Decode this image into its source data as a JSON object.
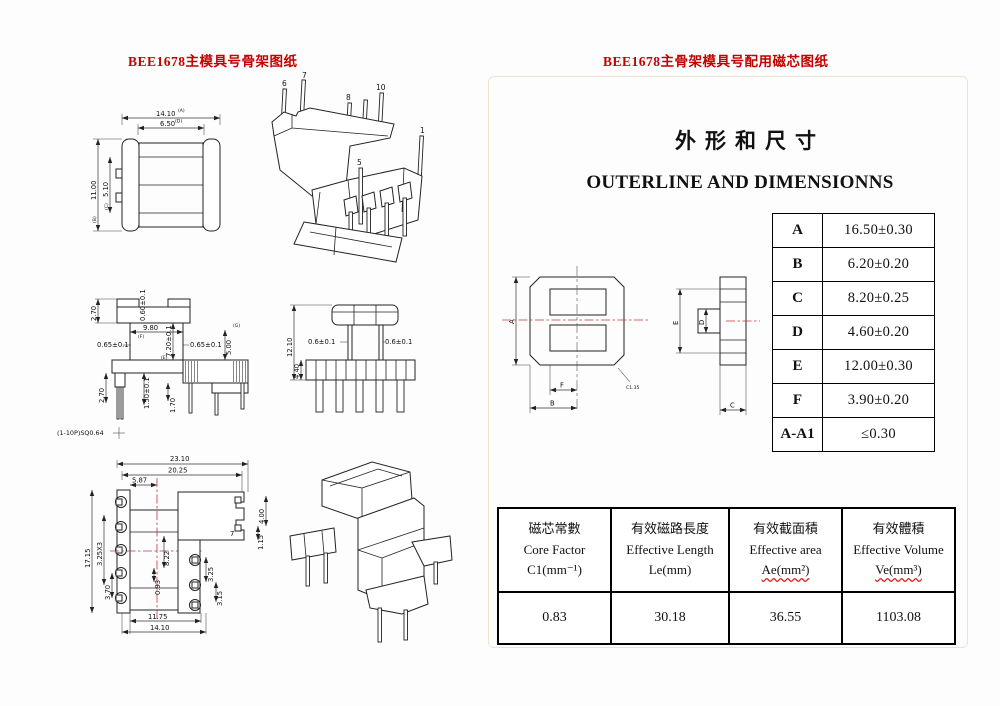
{
  "titles": {
    "left": "BEE1678主模具号骨架图纸",
    "right": "BEE1678主骨架模具号配用磁芯图纸"
  },
  "right_panel": {
    "heading_cn": "外形和尺寸",
    "heading_en": "OUTERLINE AND DIMENSIONNS",
    "dim_table": [
      {
        "label": "A",
        "value": "16.50±0.30"
      },
      {
        "label": "B",
        "value": "6.20±0.20"
      },
      {
        "label": "C",
        "value": "8.20±0.25"
      },
      {
        "label": "D",
        "value": "4.60±0.20"
      },
      {
        "label": "E",
        "value": "12.00±0.30"
      },
      {
        "label": "F",
        "value": "3.90±0.20"
      },
      {
        "label": "A-A1",
        "value": "≤0.30"
      }
    ],
    "core_front": {
      "dim_a": "A",
      "dim_f": "F",
      "dim_b": "B",
      "chamfer_note": "C1.35"
    },
    "core_side": {
      "dim_e": "E",
      "dim_d": "D",
      "dim_c": "C"
    },
    "spec_table": {
      "columns": [
        {
          "cn": "磁芯常數",
          "en": "Core Factor",
          "unit": "C1(mm⁻¹)",
          "value": "0.83"
        },
        {
          "cn": "有效磁路長度",
          "en": "Effective Length",
          "unit": "Le(mm)",
          "value": "30.18"
        },
        {
          "cn": "有效截面積",
          "en": "Effective area",
          "unit": "Ae(mm²)",
          "value": "36.55"
        },
        {
          "cn": "有效體積",
          "en": "Effective Volume",
          "unit": "Ve(mm³)",
          "value": "1103.08"
        }
      ]
    }
  },
  "drawings": {
    "front_view": {
      "dims": [
        "14.10",
        "6.50",
        "11.00",
        "5.10"
      ],
      "refs": [
        "(A)",
        "(D)",
        "(B)",
        "(C)"
      ]
    },
    "iso_top": {
      "pin_labels": [
        "6",
        "7",
        "8",
        "10",
        "5",
        "1"
      ]
    },
    "section_view": {
      "dims": [
        "2.70",
        "0.60±0.1",
        "9.80",
        "0.65±0.1",
        "0.65±0.1",
        "7.20±0.1",
        "5.00",
        "2.70",
        "1.50±0.1",
        "1.70"
      ],
      "refs": [
        "(F)",
        "(E)",
        "(G)"
      ],
      "pin_note": "(1-10P)SQ0.64"
    },
    "side_view": {
      "dims": [
        "12.10",
        "0.6±0.1",
        "0.6±0.1",
        "4.40"
      ]
    },
    "top_view": {
      "dims": [
        "23.10",
        "20.25",
        "5.87",
        "17.15",
        "3.25X3",
        "3.70",
        "8.22",
        "0.93",
        "4.00",
        "1.15",
        "3.25",
        "3.15",
        "11.75",
        "14.10"
      ],
      "pin_label": "7"
    }
  }
}
